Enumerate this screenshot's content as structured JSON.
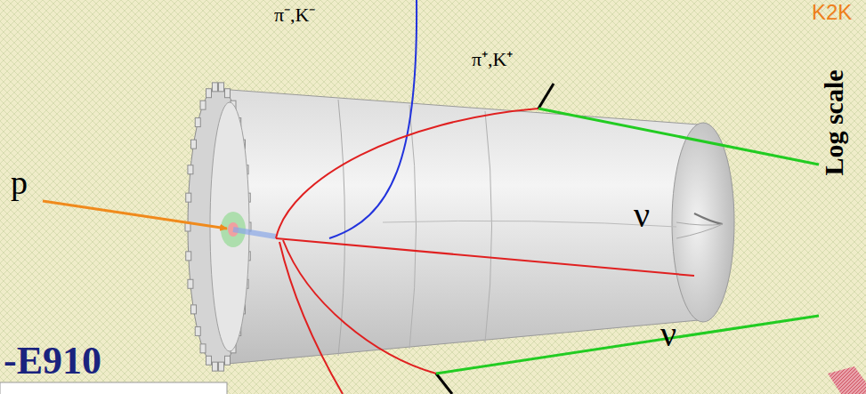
{
  "diagram": {
    "labels": [
      "K2K",
      "π⁻,K⁻",
      "π⁺,K⁺",
      "p",
      "ν",
      "ν",
      "Log scale",
      "-E910"
    ]
  }
}
